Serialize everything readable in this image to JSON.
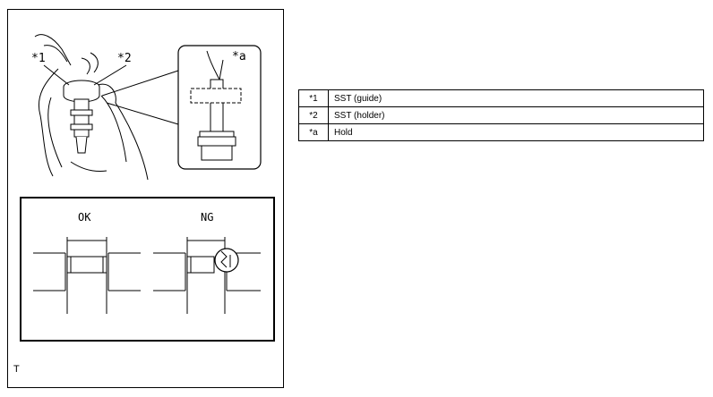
{
  "figure": {
    "callouts": {
      "sst_guide": "*1",
      "sst_holder": "*2",
      "hold": "*a"
    },
    "ok_label": "OK",
    "ng_label": "NG",
    "illustration_code": "T"
  },
  "legend": [
    {
      "code": "*1",
      "description": "SST (guide)"
    },
    {
      "code": "*2",
      "description": "SST (holder)"
    },
    {
      "code": "*a",
      "description": "Hold"
    }
  ]
}
